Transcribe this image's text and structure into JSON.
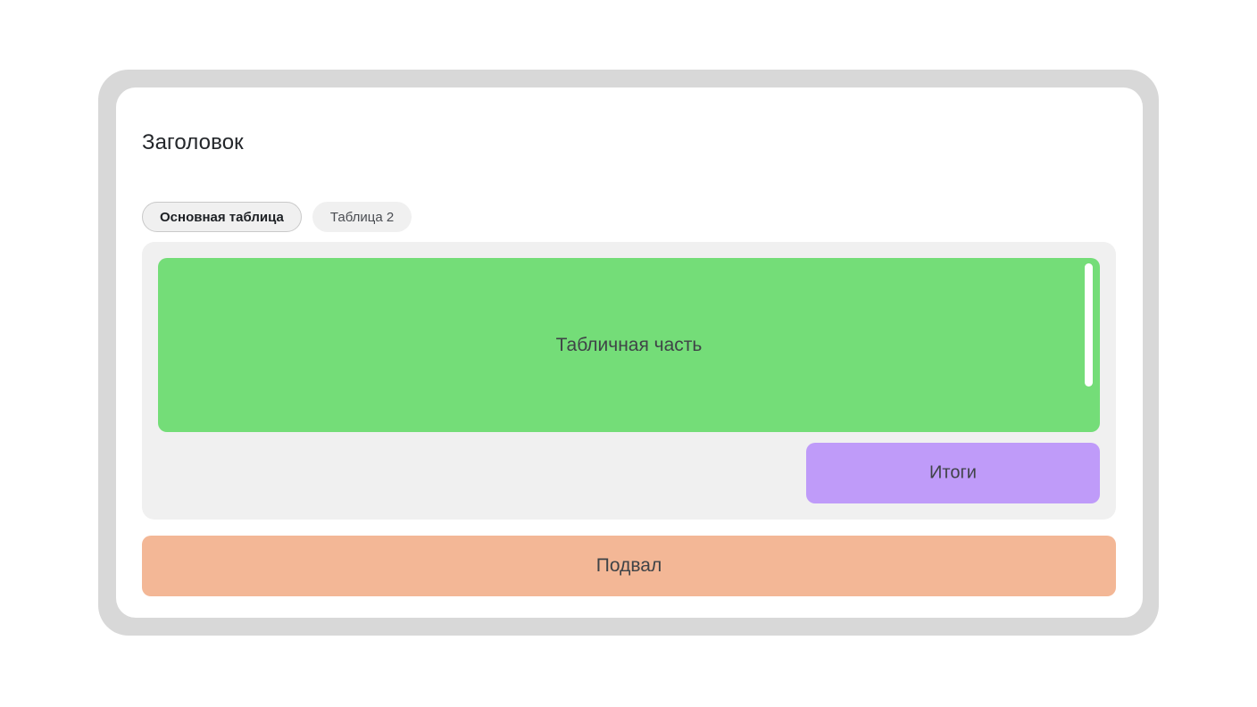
{
  "window": {
    "frame_color": "#d8d8d8",
    "card_color": "#ffffff"
  },
  "header": {
    "title": "Заголовок"
  },
  "tabs": [
    {
      "label": "Основная таблица",
      "active": true
    },
    {
      "label": "Таблица 2",
      "active": false
    }
  ],
  "table_container": {
    "background": "#f0f0f0",
    "table_part": {
      "label": "Табличная часть",
      "color": "#74dd78",
      "scrollbar": {
        "name": "vertical-scrollbar",
        "color": "#ffffff"
      }
    },
    "totals": {
      "label": "Итоги",
      "color": "#bf9bf9"
    }
  },
  "footer": {
    "label": "Подвал",
    "color": "#f3b796"
  }
}
